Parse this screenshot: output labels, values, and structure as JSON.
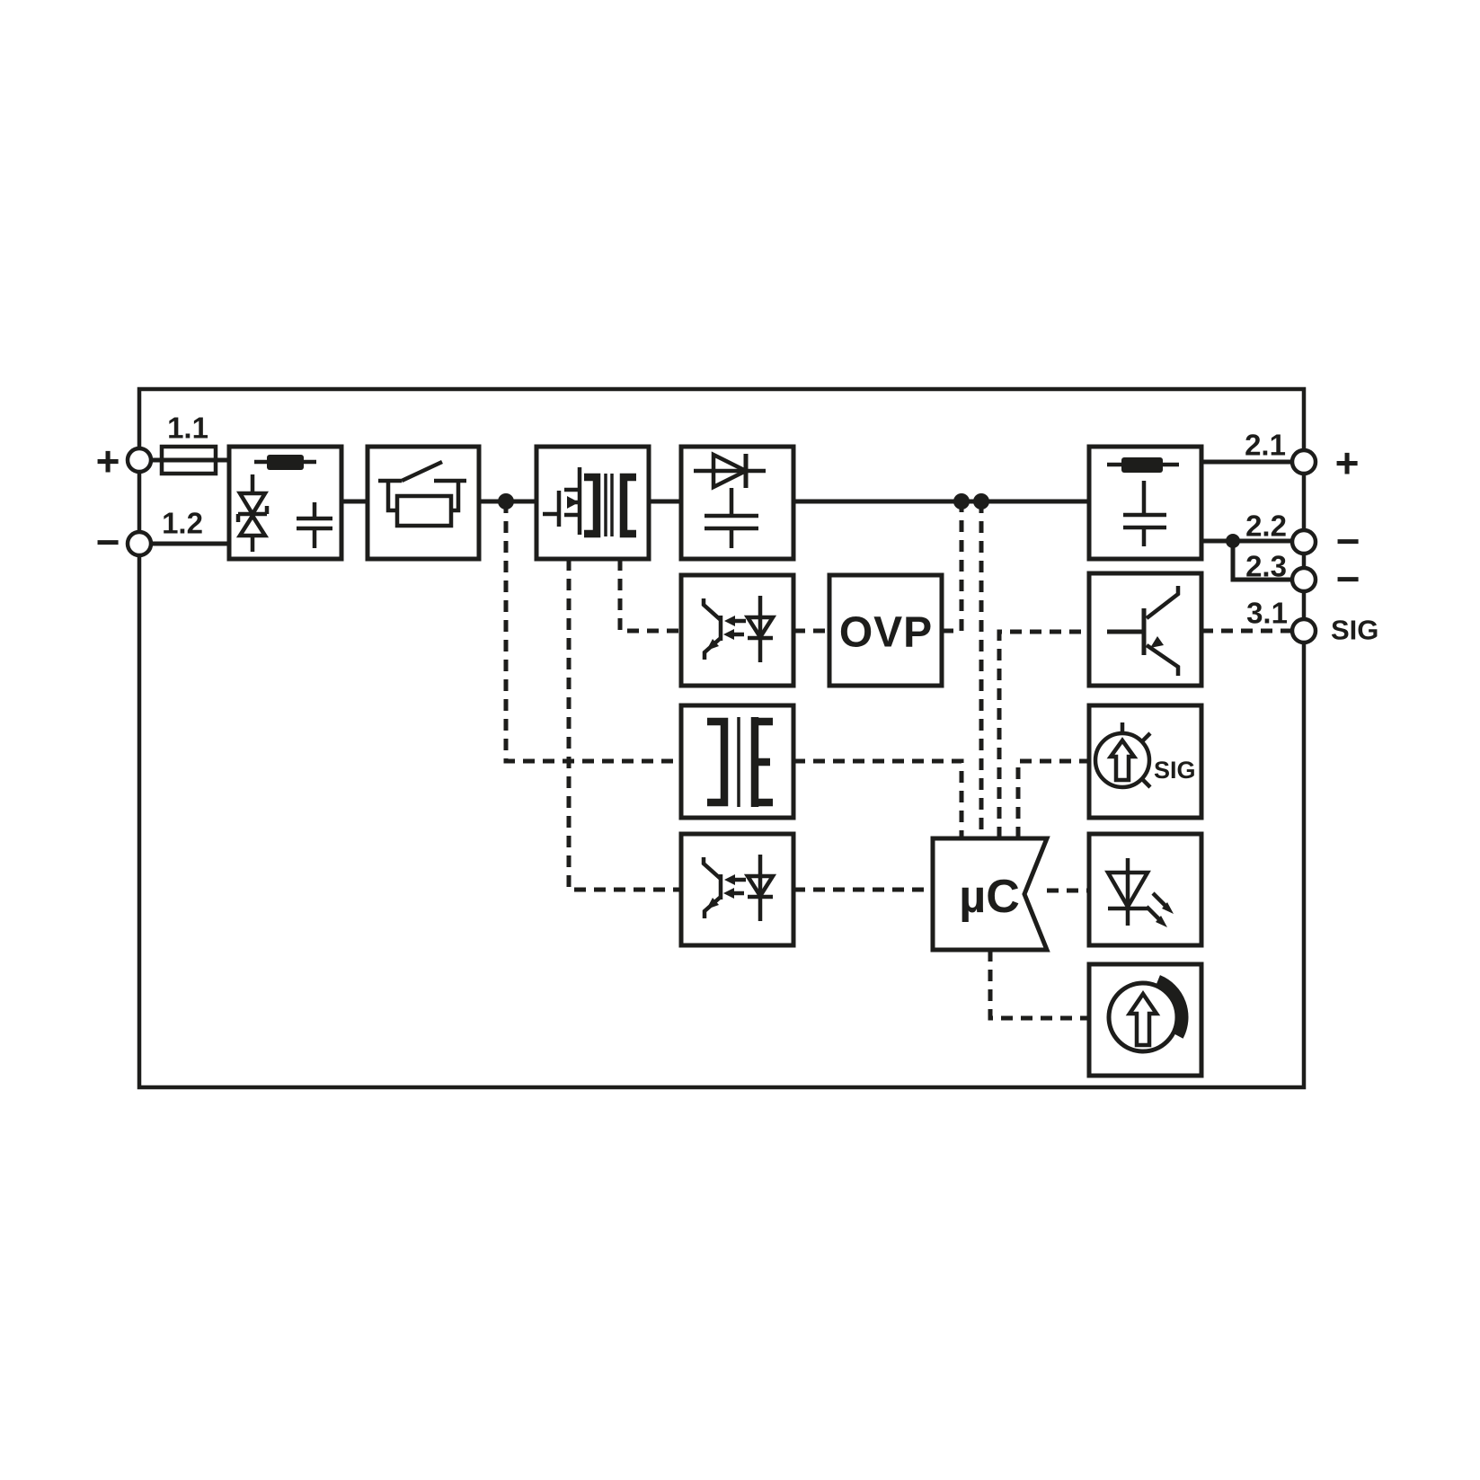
{
  "meta": {
    "description": "Block circuit diagram of a DC/DC power supply / signal converter module",
    "style": "monochrome technical schematic"
  },
  "theme": {
    "line": "#1d1d1b",
    "bg": "#ffffff"
  },
  "labels": {
    "input_terminal_1_id": "1.1",
    "input_terminal_1_polarity": "+",
    "input_terminal_2_id": "1.2",
    "input_terminal_2_polarity": "−",
    "output_terminal_1_id": "2.1",
    "output_terminal_1_polarity": "+",
    "output_terminal_2_id": "2.2",
    "output_terminal_2_polarity": "−",
    "output_terminal_3_id": "2.3",
    "output_terminal_3_polarity": "−",
    "signal_terminal_id": "3.1",
    "signal_terminal_polarity": "SIG",
    "ovp_block": "OVP",
    "microcontroller_block": "µC",
    "sig_trimmer": "SIG"
  },
  "blocks": [
    {
      "name": "input-protection",
      "icon": "inductor-tvs-capacitor"
    },
    {
      "name": "inrush-current-limiter",
      "icon": "switch-bypass-resistor"
    },
    {
      "name": "switching-stage",
      "icon": "mosfet-transformer"
    },
    {
      "name": "rectifier",
      "icon": "diode-capacitor"
    },
    {
      "name": "feedback-optocoupler",
      "icon": "optocoupler"
    },
    {
      "name": "overvoltage-protection",
      "label": "OVP"
    },
    {
      "name": "isolation-transformer",
      "icon": "transformer-core"
    },
    {
      "name": "control-optocoupler",
      "icon": "optocoupler"
    },
    {
      "name": "microcontroller",
      "label": "µC"
    },
    {
      "name": "output-filter",
      "icon": "inductor-capacitor"
    },
    {
      "name": "signal-output-transistor",
      "icon": "transistor"
    },
    {
      "name": "sig-trimmer",
      "icon": "trimmer-arrow",
      "label": "SIG"
    },
    {
      "name": "status-led",
      "icon": "led"
    },
    {
      "name": "potentiometer",
      "icon": "potentiometer-knob"
    }
  ]
}
